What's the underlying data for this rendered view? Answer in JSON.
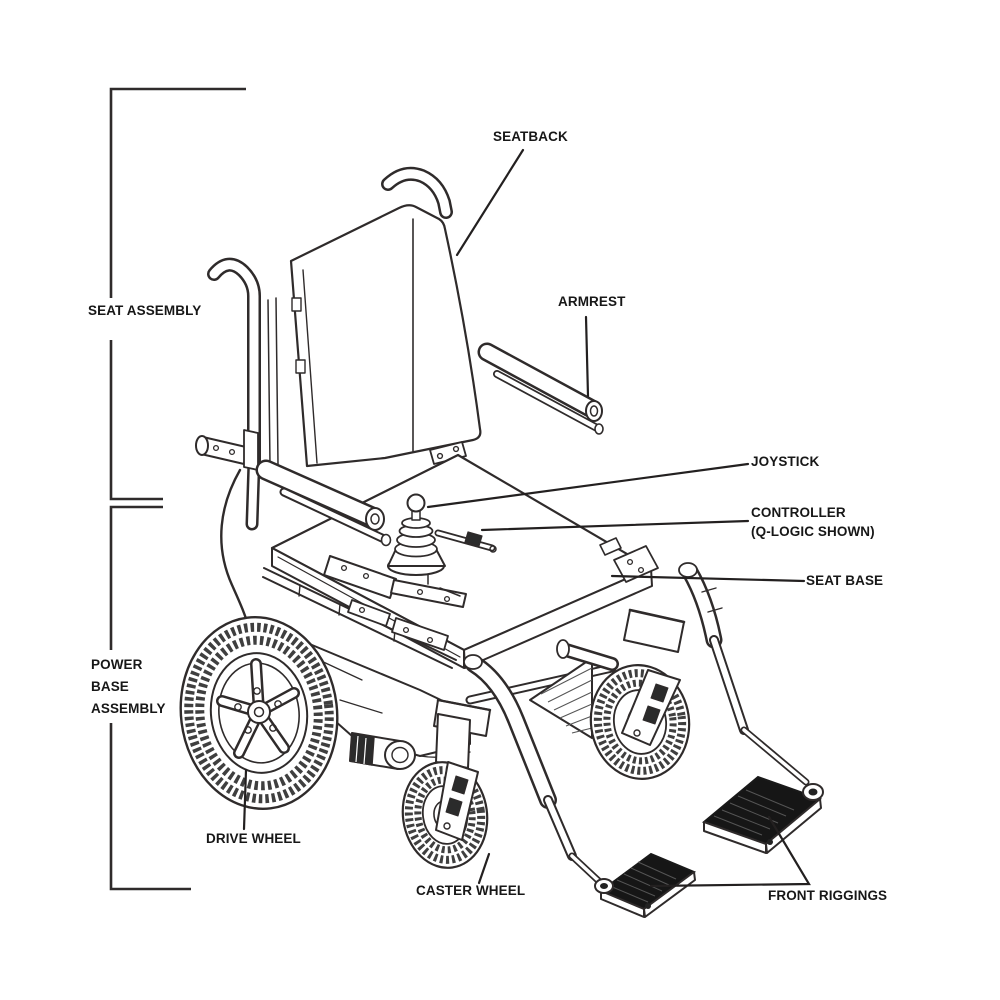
{
  "page": {
    "background": "#ffffff",
    "ink_color": "#2f2b2b",
    "label_color": "#171717",
    "footplate_fill": "#161616"
  },
  "diagram": {
    "type": "labeled-parts-diagram",
    "subject": "power wheelchair parts diagram",
    "labels": {
      "seat_assembly": {
        "text": "SEAT ASSEMBLY"
      },
      "power_base_assembly": {
        "line1": "POWER",
        "line2": "BASE",
        "line3": "ASSEMBLY"
      },
      "seatback": {
        "text": "SEATBACK"
      },
      "armrest": {
        "text": "ARMREST"
      },
      "joystick": {
        "text": "JOYSTICK"
      },
      "controller": {
        "line1": "CONTROLLER",
        "line2": "(Q-LOGIC SHOWN)"
      },
      "seat_base": {
        "text": "SEAT BASE"
      },
      "drive_wheel": {
        "text": "DRIVE WHEEL"
      },
      "caster_wheel": {
        "text": "CASTER WHEEL"
      },
      "front_riggings": {
        "text": "FRONT RIGGINGS"
      }
    }
  }
}
